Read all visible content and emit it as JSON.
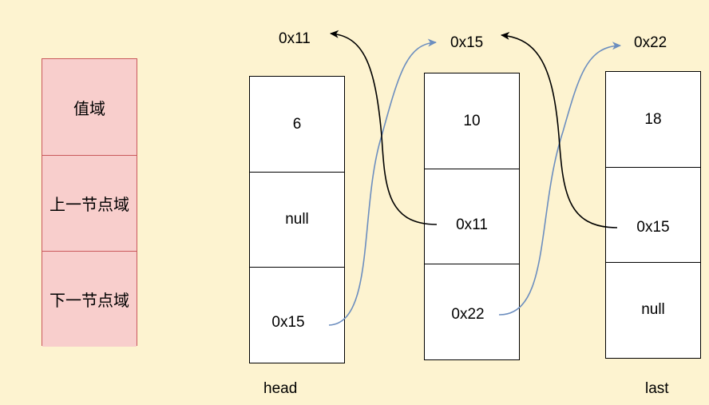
{
  "legend": {
    "value_field": "值域",
    "prev_field": "上一节点域",
    "next_field": "下一节点域"
  },
  "nodes": [
    {
      "address": "0x11",
      "value": "6",
      "prev": "null",
      "next": "0x15",
      "caption": "head"
    },
    {
      "address": "0x15",
      "value": "10",
      "prev": "0x11",
      "next": "0x22",
      "caption": ""
    },
    {
      "address": "0x22",
      "value": "18",
      "prev": "0x15",
      "next": "null",
      "caption": "last"
    }
  ],
  "colors": {
    "background": "#fdf3d0",
    "legend_fill": "#f8cecc",
    "legend_border": "#c9595c",
    "next_link": "#6c8ebf",
    "prev_link": "#000000"
  }
}
